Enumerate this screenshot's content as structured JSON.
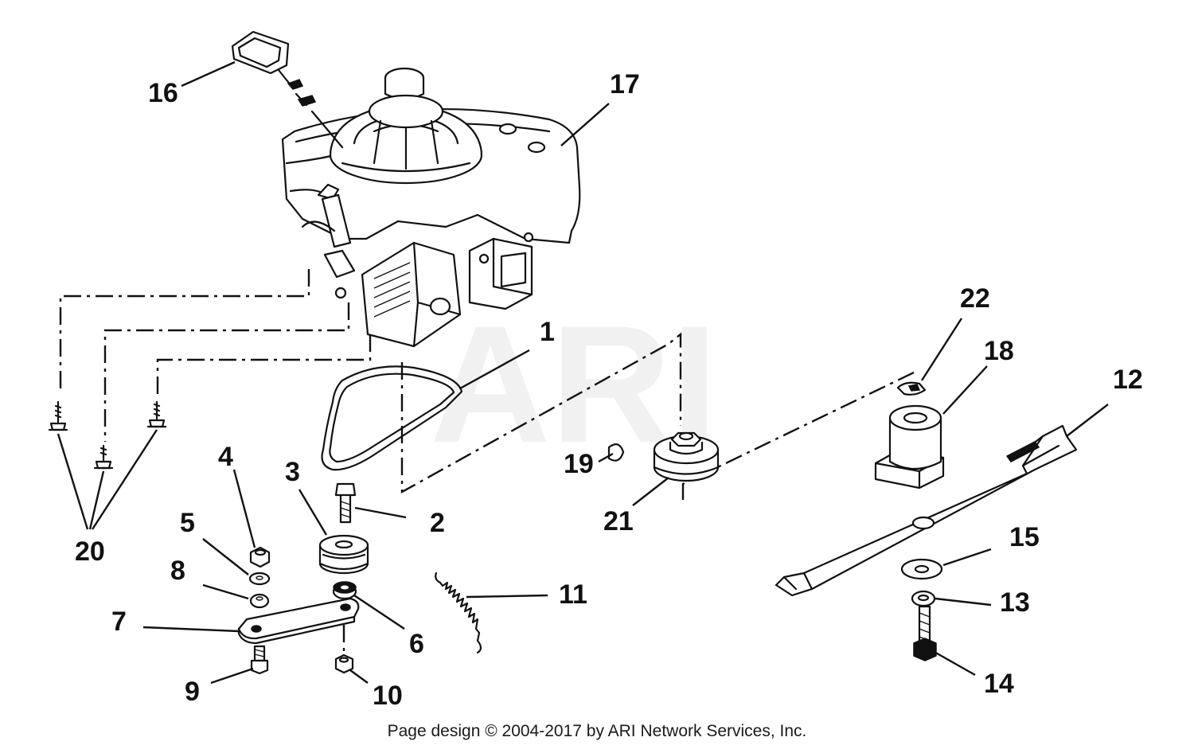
{
  "watermark": "ARI",
  "footer": "Page design © 2004-2017 by ARI Network Services, Inc.",
  "callouts": {
    "c1": "1",
    "c2": "2",
    "c3": "3",
    "c4": "4",
    "c5": "5",
    "c6": "6",
    "c7": "7",
    "c8": "8",
    "c9": "9",
    "c10": "10",
    "c11": "11",
    "c12": "12",
    "c13": "13",
    "c14": "14",
    "c15": "15",
    "c16": "16",
    "c17": "17",
    "c18": "18",
    "c19": "19",
    "c20": "20",
    "c21": "21",
    "c22": "22"
  }
}
